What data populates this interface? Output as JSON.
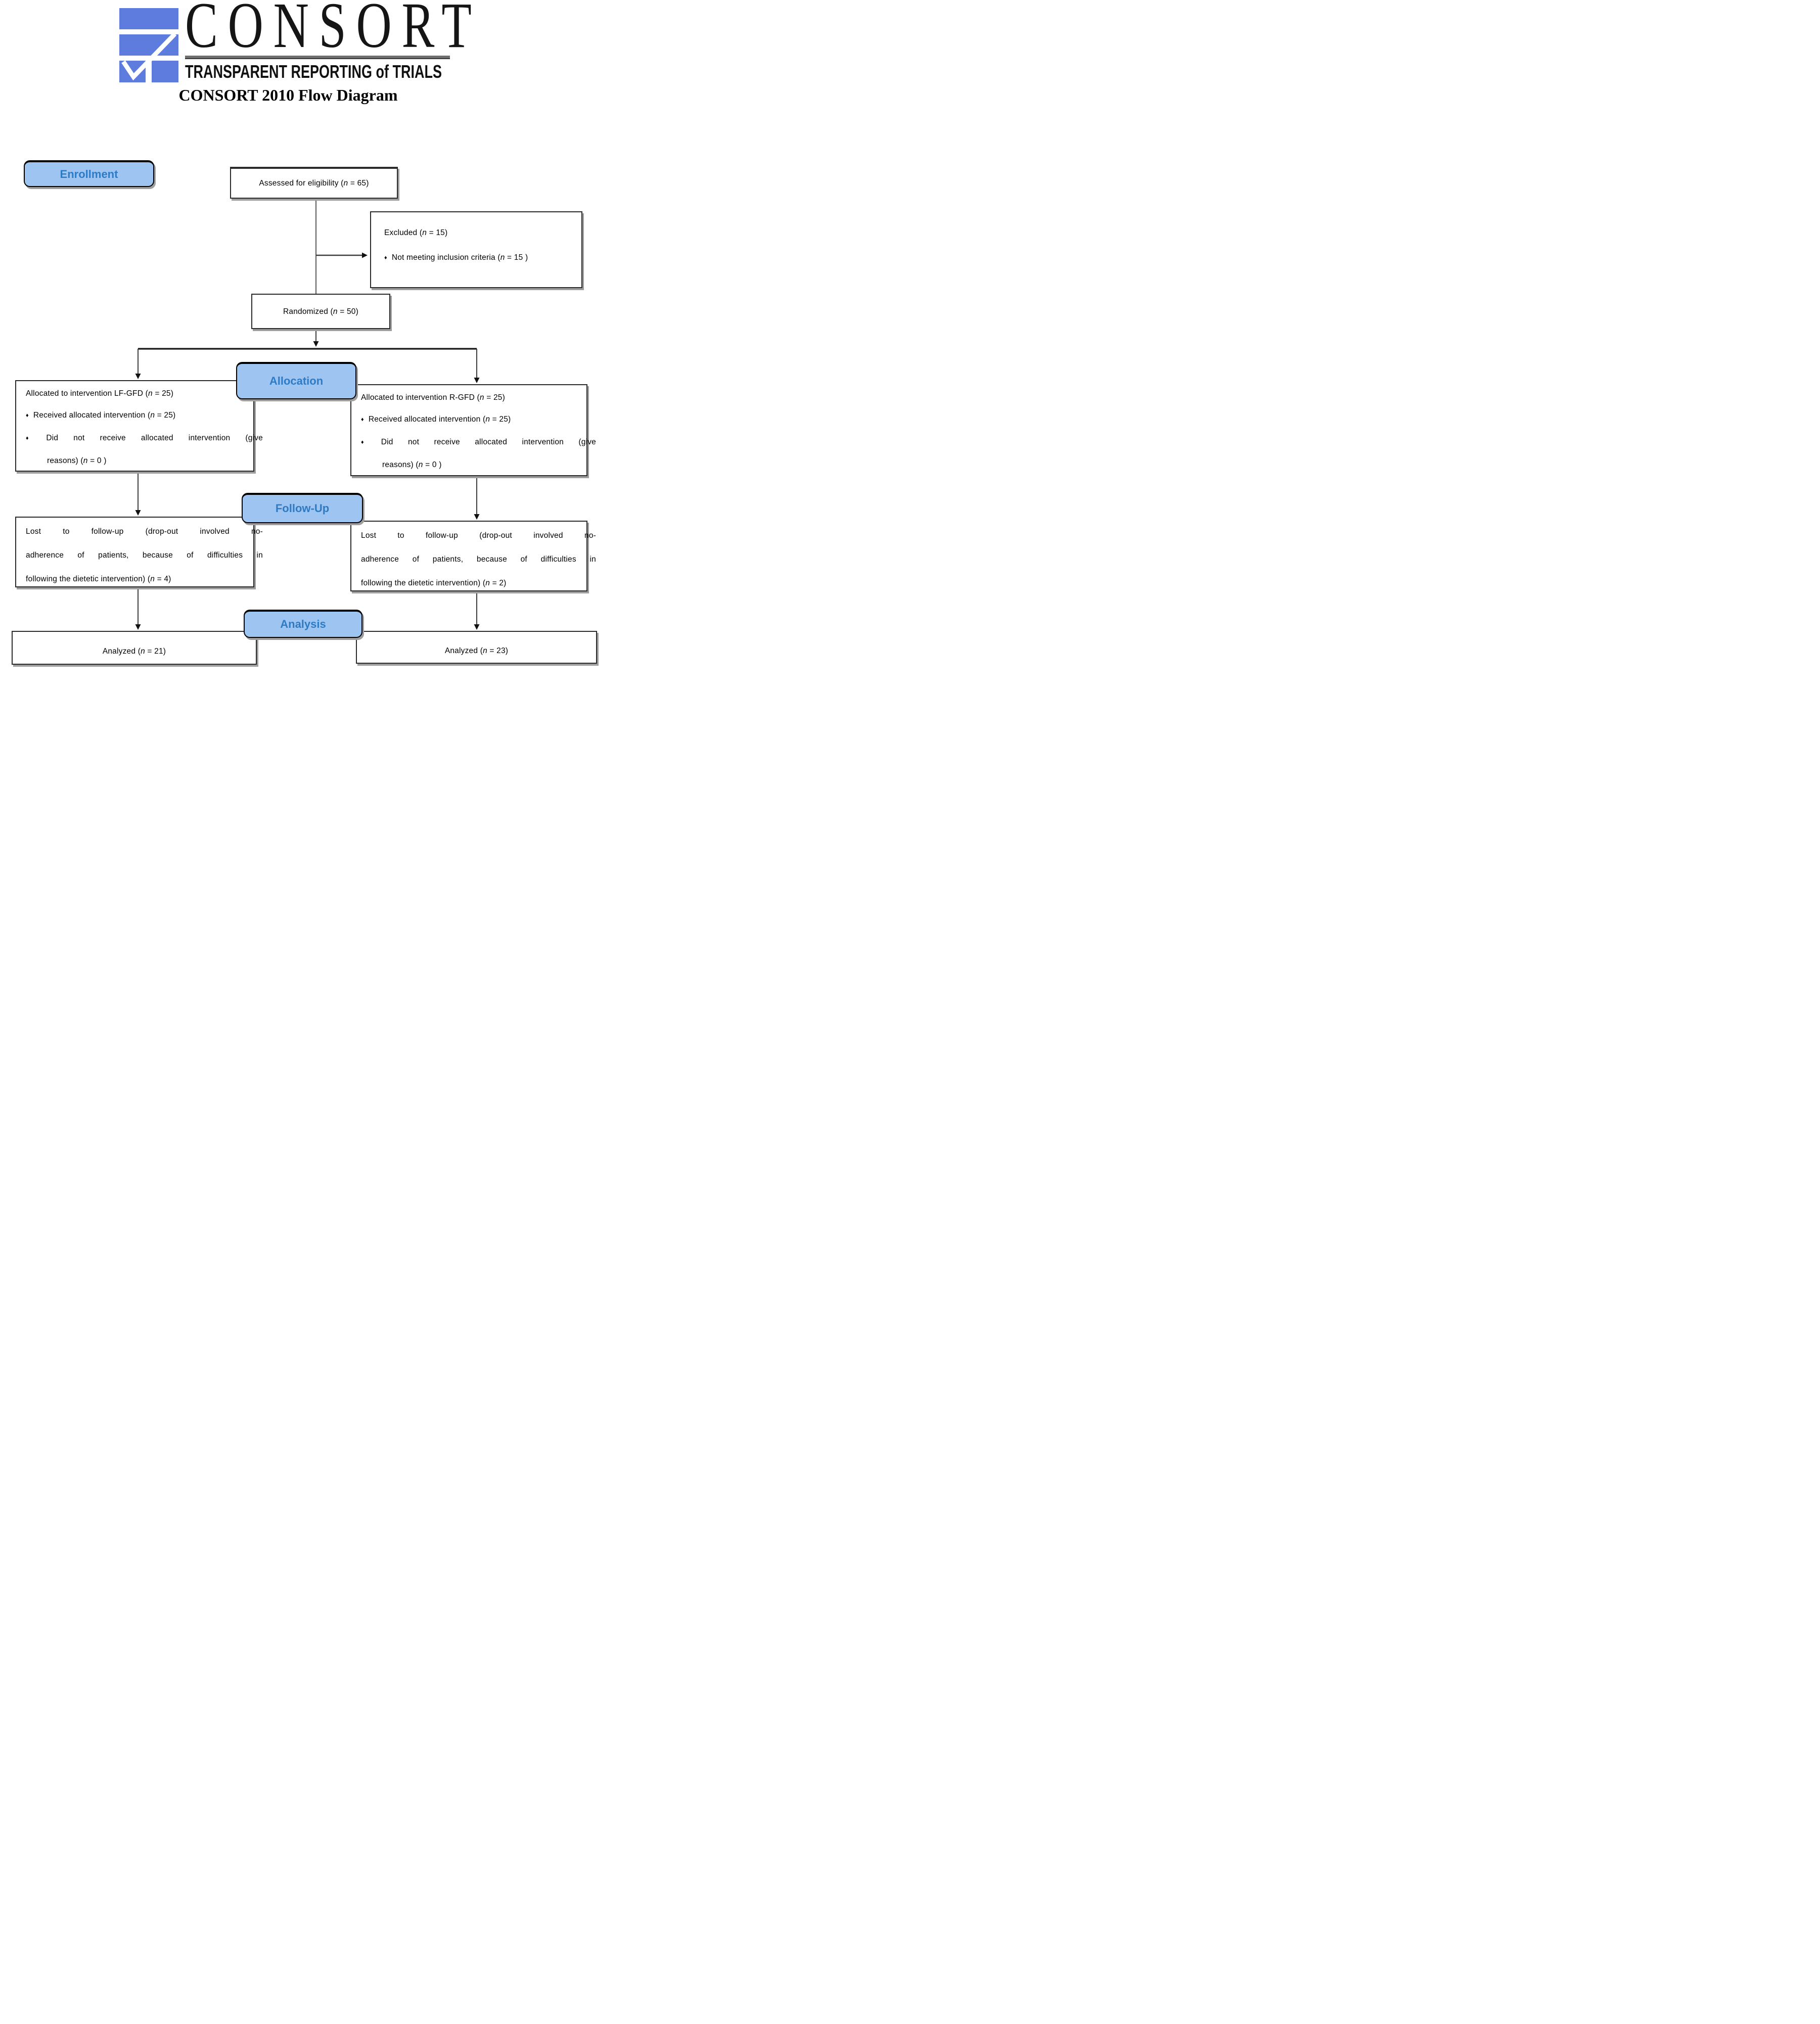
{
  "header": {
    "wordmark": "CONSORT",
    "tagline": "TRANSPARENT REPORTING of TRIALS",
    "title": "CONSORT 2010 Flow Diagram"
  },
  "stages": {
    "enrollment": "Enrollment",
    "allocation": "Allocation",
    "followup": "Follow-Up",
    "analysis": "Analysis"
  },
  "glyphs": {
    "bullet": "♦"
  },
  "colors": {
    "logo_blue": "#5E7CDE",
    "stage_fill": "#9EC5F2",
    "stage_text": "#2E7BC4",
    "box_border": "#2a2a2a",
    "shadow_gray": "#9e9e9e",
    "line_color": "#3c3c3c"
  },
  "boxes": {
    "assessed": [
      {
        "segments": [
          {
            "t": "Assessed for eligibility ("
          },
          {
            "t": "n",
            "i": true
          },
          {
            "t": " = 65)"
          }
        ]
      }
    ],
    "excluded": [
      {
        "segments": [
          {
            "t": "Excluded ("
          },
          {
            "t": "n",
            "i": true
          },
          {
            "t": " = 15)"
          }
        ]
      },
      {
        "bullet": true,
        "segments": [
          {
            "t": "Not meeting inclusion criteria ("
          },
          {
            "t": "n",
            "i": true
          },
          {
            "t": " = 15 )"
          }
        ]
      }
    ],
    "randomized": [
      {
        "segments": [
          {
            "t": "Randomized ("
          },
          {
            "t": "n",
            "i": true
          },
          {
            "t": " = 50)"
          }
        ]
      }
    ],
    "alloc_left": [
      {
        "segments": [
          {
            "t": "Allocated to intervention LF-GFD ("
          },
          {
            "t": "n",
            "i": true
          },
          {
            "t": " = 25)"
          }
        ]
      },
      {
        "bullet": true,
        "segments": [
          {
            "t": "Received allocated intervention ("
          },
          {
            "t": "n",
            "i": true
          },
          {
            "t": " = 25)"
          }
        ]
      },
      {
        "bullet": true,
        "justify": true,
        "segments": [
          {
            "t": "Did not receive allocated intervention (give"
          }
        ]
      },
      {
        "indent": true,
        "segments": [
          {
            "t": "reasons) ("
          },
          {
            "t": "n",
            "i": true
          },
          {
            "t": " = 0 )"
          }
        ]
      }
    ],
    "alloc_right": [
      {
        "segments": [
          {
            "t": "Allocated to intervention R-GFD ("
          },
          {
            "t": "n",
            "i": true
          },
          {
            "t": " = 25)"
          }
        ]
      },
      {
        "bullet": true,
        "segments": [
          {
            "t": "Received allocated intervention ("
          },
          {
            "t": "n",
            "i": true
          },
          {
            "t": " = 25)"
          }
        ]
      },
      {
        "bullet": true,
        "justify": true,
        "segments": [
          {
            "t": "Did not receive allocated intervention (give"
          }
        ]
      },
      {
        "indent": true,
        "segments": [
          {
            "t": "reasons) ("
          },
          {
            "t": "n",
            "i": true
          },
          {
            "t": " = 0 )"
          }
        ]
      }
    ],
    "fu_left": [
      {
        "justify": true,
        "segments": [
          {
            "t": "Lost to follow-up (drop-out involved no-"
          }
        ]
      },
      {
        "justify": true,
        "segments": [
          {
            "t": "adherence of patients, because of difficulties in"
          }
        ]
      },
      {
        "segments": [
          {
            "t": "following the dietetic intervention) ("
          },
          {
            "t": "n",
            "i": true
          },
          {
            "t": " = 4)"
          }
        ]
      }
    ],
    "fu_right": [
      {
        "justify": true,
        "segments": [
          {
            "t": "Lost to follow-up (drop-out involved no-"
          }
        ]
      },
      {
        "justify": true,
        "segments": [
          {
            "t": "adherence of patients, because of difficulties in"
          }
        ]
      },
      {
        "segments": [
          {
            "t": "following the dietetic intervention) ("
          },
          {
            "t": "n",
            "i": true
          },
          {
            "t": " = 2)"
          }
        ]
      }
    ],
    "analyzed_left": [
      {
        "segments": [
          {
            "t": "Analyzed ("
          },
          {
            "t": "n",
            "i": true
          },
          {
            "t": " = 21)"
          }
        ]
      }
    ],
    "analyzed_right": [
      {
        "segments": [
          {
            "t": "Analyzed ("
          },
          {
            "t": "n",
            "i": true
          },
          {
            "t": " = 23)"
          }
        ]
      }
    ]
  }
}
